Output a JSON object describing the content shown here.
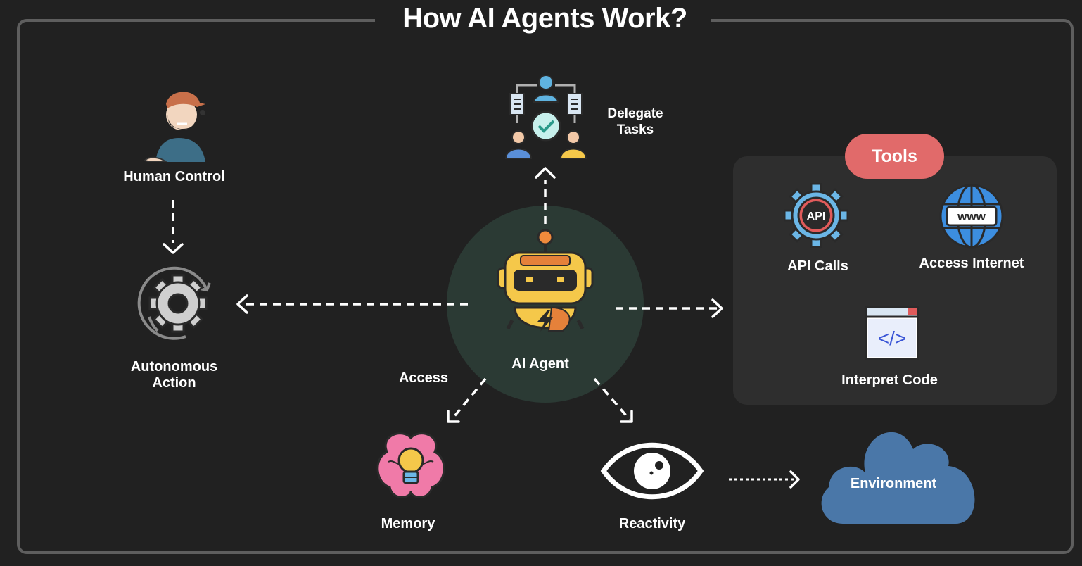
{
  "title": "How AI Agents Work?",
  "nodes": {
    "human_control": "Human Control",
    "autonomous_action_line1": "Autonomous",
    "autonomous_action_line2": "Action",
    "delegate_line1": "Delegate",
    "delegate_line2": "Tasks",
    "ai_agent": "AI Agent",
    "access": "Access",
    "memory": "Memory",
    "reactivity": "Reactivity",
    "environment": "Environment"
  },
  "tools": {
    "title": "Tools",
    "api_calls": "API Calls",
    "api_badge": "API",
    "access_internet": "Access Internet",
    "www_badge": "www",
    "interpret_code": "Interpret Code",
    "code_glyph": "</>"
  },
  "colors": {
    "background": "#212121",
    "frame": "#5e5e5e",
    "agent_circle": "#2b3a34",
    "tools_panel": "#2e2e2e",
    "tools_pill": "#e16a6a",
    "cloud": "#4a77a8"
  },
  "icons": [
    "person-icon",
    "gear-cycle-icon",
    "team-delegate-icon",
    "robot-icon",
    "brain-bulb-icon",
    "eye-icon",
    "api-gear-icon",
    "globe-www-icon",
    "code-window-icon",
    "cloud-icon"
  ]
}
